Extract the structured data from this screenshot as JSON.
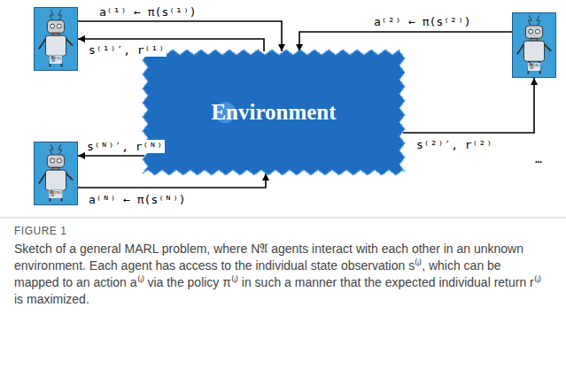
{
  "diagram": {
    "title": "FIGURE 1",
    "caption": "Sketch of a general MARL problem, where N𝔄 agents interact with each other in an unknown environment. Each agent has access to the individual state observation s⁽ⁱ⁾, which can be mapped to an action a⁽ⁱ⁾ via the policy π⁽ⁱ⁾ in such a manner that the expected individual return r⁽ⁱ⁾ is maximized.",
    "nodes": [
      {
        "text": [
          "𝔄⁽¹⁾"
        ]
      },
      {
        "text": [
          "Environment"
        ]
      },
      {
        "text": [
          "𝔄⁽²⁾"
        ]
      },
      {
        "text": [
          "𝔄⁽ᴺ⁾"
        ]
      }
    ],
    "edges": [
      {
        "from": 0,
        "to": 1,
        "arrow": "to",
        "label": "a⁽¹⁾ ← π(s⁽¹⁾)"
      },
      {
        "from": 1,
        "to": 0,
        "arrow": "to",
        "label": "s⁽¹⁾′, r⁽¹⁾"
      },
      {
        "from": 2,
        "to": 1,
        "arrow": "to",
        "label": "a⁽²⁾ ← π(s⁽²⁾)"
      },
      {
        "from": 1,
        "to": 2,
        "arrow": "to",
        "label": "s⁽²⁾′, r⁽²⁾"
      },
      {
        "from": 1,
        "to": 3,
        "arrow": "to",
        "label": "s⁽ᴺ⁾′, r⁽ᴺ⁾"
      },
      {
        "from": 3,
        "to": 1,
        "arrow": "to",
        "label": "a⁽ᴺ⁾ ← π(s⁽ᴺ⁾)"
      }
    ],
    "labels": [
      "…"
    ]
  }
}
